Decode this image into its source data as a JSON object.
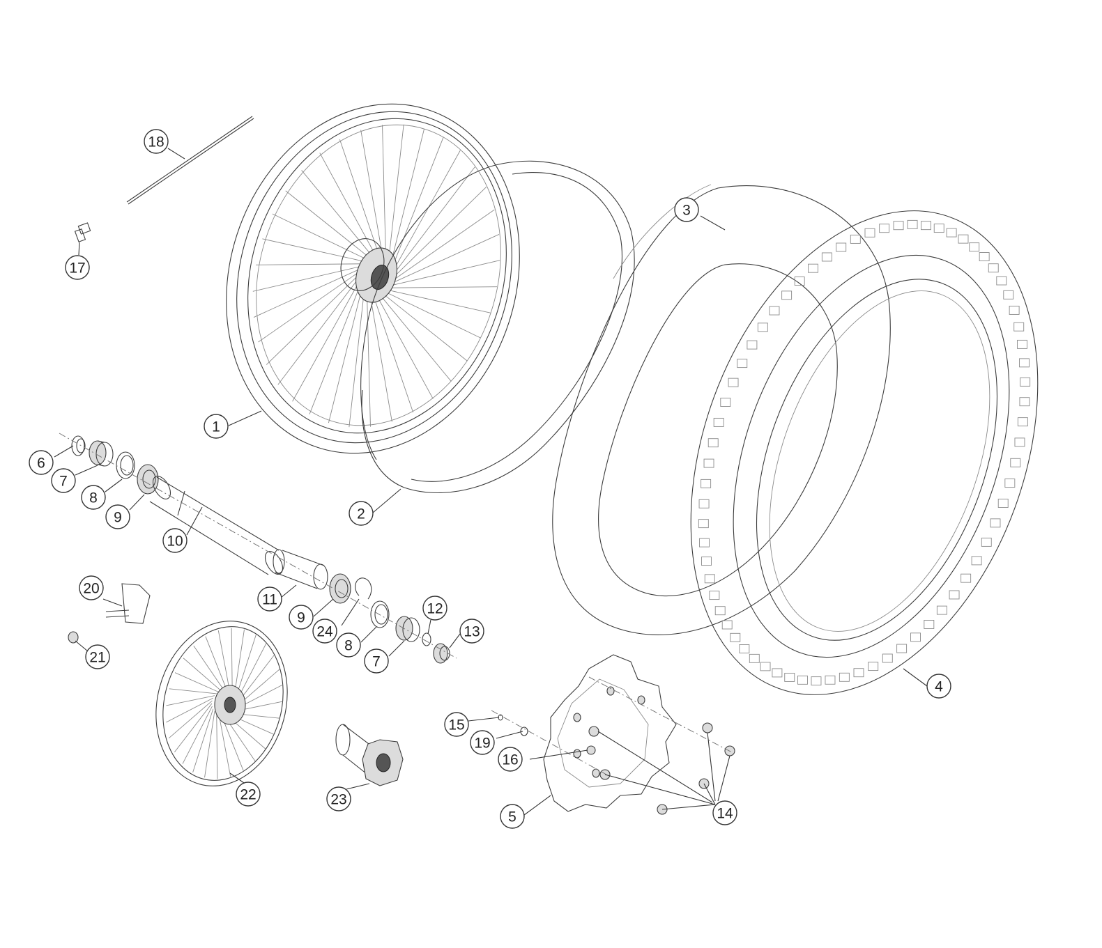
{
  "callouts": [
    {
      "label": "1"
    },
    {
      "label": "2"
    },
    {
      "label": "3"
    },
    {
      "label": "4"
    },
    {
      "label": "5"
    },
    {
      "label": "6"
    },
    {
      "label": "7"
    },
    {
      "label": "8"
    },
    {
      "label": "9"
    },
    {
      "label": "10"
    },
    {
      "label": "11"
    },
    {
      "label": "9"
    },
    {
      "label": "24"
    },
    {
      "label": "8"
    },
    {
      "label": "7"
    },
    {
      "label": "12"
    },
    {
      "label": "13"
    },
    {
      "label": "14"
    },
    {
      "label": "15"
    },
    {
      "label": "16"
    },
    {
      "label": "17"
    },
    {
      "label": "18"
    },
    {
      "label": "19"
    },
    {
      "label": "20"
    },
    {
      "label": "21"
    },
    {
      "label": "22"
    },
    {
      "label": "23"
    }
  ]
}
